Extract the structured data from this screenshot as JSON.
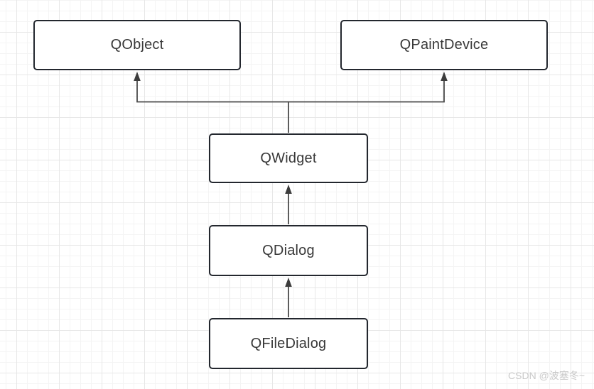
{
  "diagram": {
    "type": "class-inheritance",
    "nodes": [
      {
        "id": "qobject",
        "label": "QObject"
      },
      {
        "id": "qpaintdevice",
        "label": "QPaintDevice"
      },
      {
        "id": "qwidget",
        "label": "QWidget"
      },
      {
        "id": "qdialog",
        "label": "QDialog"
      },
      {
        "id": "qfiledialog",
        "label": "QFileDialog"
      }
    ],
    "edges": [
      {
        "from": "qwidget",
        "to": "qobject",
        "style": "orthogonal-arrow"
      },
      {
        "from": "qwidget",
        "to": "qpaintdevice",
        "style": "orthogonal-arrow"
      },
      {
        "from": "qdialog",
        "to": "qwidget",
        "style": "straight-arrow"
      },
      {
        "from": "qfiledialog",
        "to": "qdialog",
        "style": "straight-arrow"
      }
    ],
    "colors": {
      "node_fill": "#ffffff",
      "node_border": "#23272e",
      "edge_stroke": "#4a4a4a",
      "text": "#383838",
      "grid_minor": "#f4f4f4",
      "grid_major": "#e7e7e7",
      "watermark": "#c9c9c9"
    }
  },
  "watermark": {
    "text": "CSDN @波塞冬~"
  }
}
